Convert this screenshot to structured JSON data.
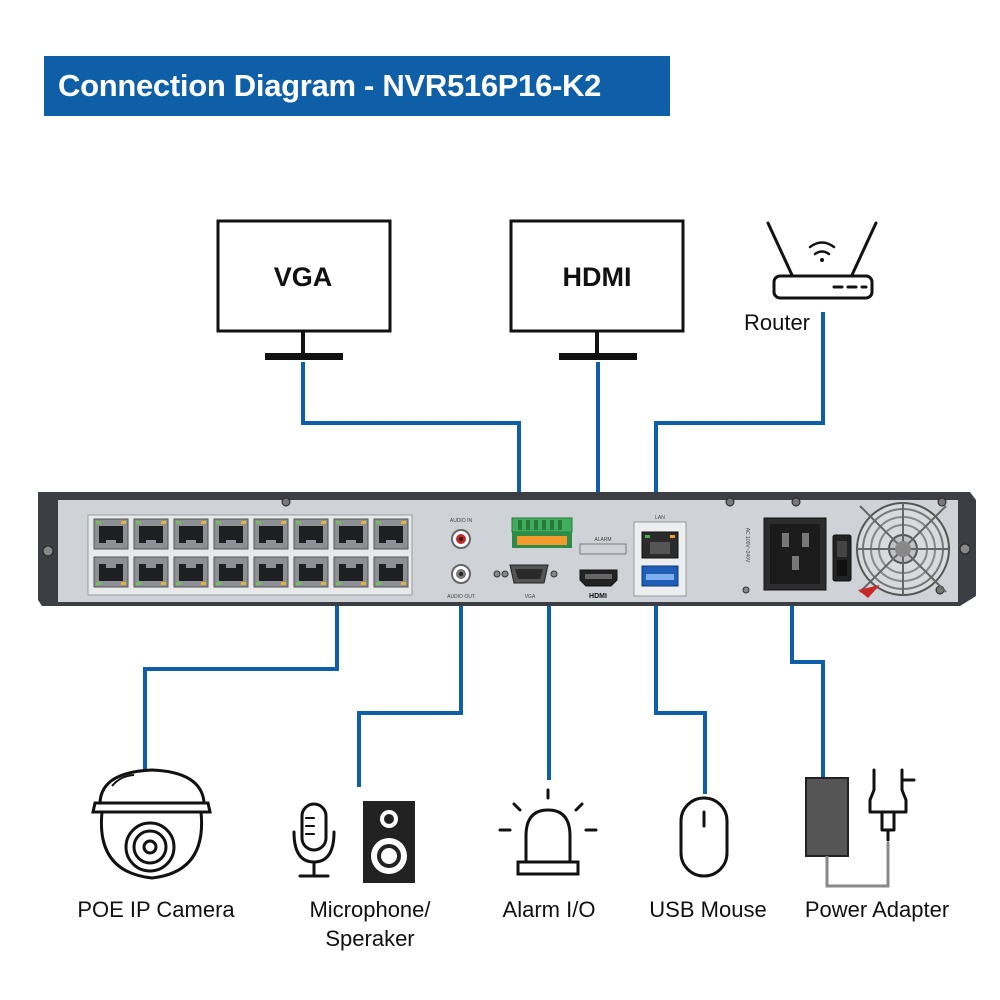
{
  "title": "Connection Diagram - NVR516P16-K2",
  "monitors": {
    "vga": "VGA",
    "hdmi": "HDMI"
  },
  "router_label": "Router",
  "devices": {
    "camera": "POE IP Camera",
    "mic_line1": "Microphone/",
    "mic_line2": "Speraker",
    "alarm": "Alarm I/O",
    "mouse": "USB Mouse",
    "power": "Power Adapter"
  },
  "panel_labels": {
    "audio_in": "AUDIO IN",
    "audio_out": "AUDIO OUT",
    "alarm": "ALARM",
    "vga_port": "VGA",
    "hdmi_port": "HDMI",
    "lan": "LAN",
    "ac": "AC 100V~240V"
  },
  "colors": {
    "title_bg": "#0f5ea8",
    "cable": "#0f5ea8",
    "chassis": "#3b3f44",
    "panel": "#cfd2d6"
  }
}
